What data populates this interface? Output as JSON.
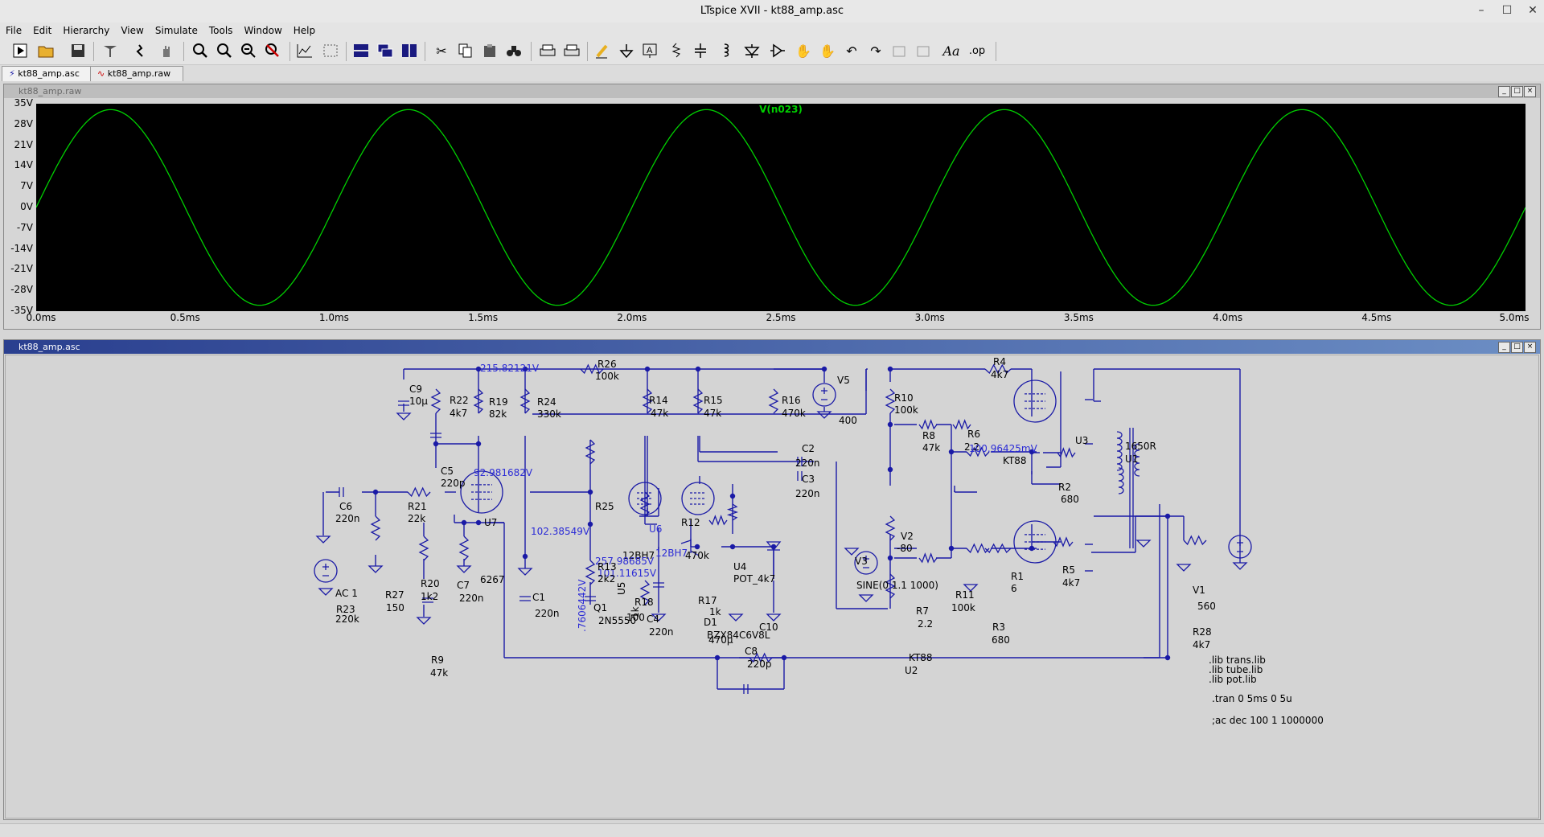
{
  "window": {
    "title": "LTspice XVII - kt88_amp.asc",
    "minimize": "–",
    "maximize": "☐",
    "close": "✕"
  },
  "menu": [
    "File",
    "Edit",
    "Hierarchy",
    "View",
    "Simulate",
    "Tools",
    "Window",
    "Help"
  ],
  "toolbar_icons": [
    "run-icon",
    "open-icon",
    "save-icon",
    "control-panel-icon",
    "run-interrupt-icon",
    "halt-icon",
    "zoom-in-icon",
    "zoom-fit-icon",
    "zoom-out-icon",
    "zoom-cancel-icon",
    "autorange-icon",
    "pan-icon",
    "tile-horizontal-icon",
    "cascade-icon",
    "tile-vertical-icon",
    "cut-icon",
    "copy-icon",
    "paste-icon",
    "find-icon",
    "print-icon",
    "print-preview-icon",
    "draw-wire-icon",
    "ground-icon",
    "label-net-icon",
    "resistor-icon",
    "capacitor-icon",
    "inductor-icon",
    "diode-icon",
    "component-icon",
    "move-icon",
    "drag-icon",
    "undo-icon",
    "redo-icon",
    "rotate-icon",
    "mirror-icon",
    "text-icon",
    "spice-directive-icon"
  ],
  "tabs": [
    {
      "label": "kt88_amp.asc",
      "icon": "schematic-icon",
      "active": true
    },
    {
      "label": "kt88_amp.raw",
      "icon": "waveform-icon",
      "active": false
    }
  ],
  "waveform": {
    "window_title": "kt88_amp.raw",
    "trace_name": "V(n023)",
    "trace_color": "#00d000",
    "y_ticks": [
      "35V",
      "28V",
      "21V",
      "14V",
      "7V",
      "0V",
      "-7V",
      "-14V",
      "-21V",
      "-28V",
      "-35V"
    ],
    "x_ticks": [
      "0.0ms",
      "0.5ms",
      "1.0ms",
      "1.5ms",
      "2.0ms",
      "2.5ms",
      "3.0ms",
      "3.5ms",
      "4.0ms",
      "4.5ms",
      "5.0ms"
    ]
  },
  "chart_data": {
    "type": "line",
    "title": "V(n023)",
    "xlabel": "",
    "ylabel": "",
    "xlim": [
      0,
      5.0
    ],
    "ylim": [
      -35,
      35
    ],
    "x_unit": "ms",
    "y_unit": "V",
    "series": [
      {
        "name": "V(n023)",
        "amplitude": 33,
        "frequency_khz": 1.0,
        "offset": 0,
        "phase": 0
      }
    ]
  },
  "schematic": {
    "window_title": "kt88_amp.asc",
    "wire_color": "#1a1aa6",
    "labels": [
      {
        "t": "215.82121V",
        "c": "#2b2bd6"
      },
      {
        "t": "R26"
      },
      {
        "t": "100k"
      },
      {
        "t": "V5"
      },
      {
        "t": "400"
      },
      {
        "t": "C9"
      },
      {
        "t": "10µ"
      },
      {
        "t": "R22"
      },
      {
        "t": "4k7"
      },
      {
        "t": "R19"
      },
      {
        "t": "82k"
      },
      {
        "t": "R24"
      },
      {
        "t": "330k"
      },
      {
        "t": "C5"
      },
      {
        "t": "220p"
      },
      {
        "t": "92.981682V",
        "c": "#2b2bd6"
      },
      {
        "t": "R14"
      },
      {
        "t": "47k"
      },
      {
        "t": "R15"
      },
      {
        "t": "47k"
      },
      {
        "t": "R16"
      },
      {
        "t": "470k"
      },
      {
        "t": "C2"
      },
      {
        "t": "220n"
      },
      {
        "t": "C3"
      },
      {
        "t": "220n"
      },
      {
        "t": "R10"
      },
      {
        "t": "100k"
      },
      {
        "t": "R8"
      },
      {
        "t": "47k"
      },
      {
        "t": "R6"
      },
      {
        "t": "2.2"
      },
      {
        "t": "100.96425mV",
        "c": "#2b2bd6"
      },
      {
        "t": "R4"
      },
      {
        "t": "4k7"
      },
      {
        "t": "KT88"
      },
      {
        "t": "U3"
      },
      {
        "t": "R2"
      },
      {
        "t": "680"
      },
      {
        "t": "1650R"
      },
      {
        "t": "U1"
      },
      {
        "t": "U7"
      },
      {
        "t": "C6"
      },
      {
        "t": "220n"
      },
      {
        "t": "R21"
      },
      {
        "t": "22k"
      },
      {
        "t": "102.38549V",
        "c": "#2b2bd6"
      },
      {
        "t": "6267"
      },
      {
        "t": ".7606442V",
        "c": "#2b2bd6"
      },
      {
        "t": "R25"
      },
      {
        "t": "1k"
      },
      {
        "t": "U5"
      },
      {
        "t": "12BH7"
      },
      {
        "t": "257.98685V",
        "c": "#2b2bd6"
      },
      {
        "t": "101.11615V",
        "c": "#2b2bd6"
      },
      {
        "t": "U6"
      },
      {
        "t": "12BH7"
      },
      {
        "t": "R12"
      },
      {
        "t": "470k"
      },
      {
        "t": "R13"
      },
      {
        "t": "2k2"
      },
      {
        "t": "U4"
      },
      {
        "t": "POT_4k7"
      },
      {
        "t": "V2"
      },
      {
        "t": "-80"
      },
      {
        "t": "V3"
      },
      {
        "t": "SINE(0 1.1 1000)"
      },
      {
        "t": "AC 1"
      },
      {
        "t": "R23"
      },
      {
        "t": "220k"
      },
      {
        "t": "R27"
      },
      {
        "t": "150"
      },
      {
        "t": "R20"
      },
      {
        "t": "1k2"
      },
      {
        "t": "C7"
      },
      {
        "t": "220n"
      },
      {
        "t": "C1"
      },
      {
        "t": "220n"
      },
      {
        "t": "Q1"
      },
      {
        "t": "2N5550"
      },
      {
        "t": "R18"
      },
      {
        "t": "100"
      },
      {
        "t": "R17"
      },
      {
        "t": "1k"
      },
      {
        "t": "C4"
      },
      {
        "t": "220n"
      },
      {
        "t": "D1"
      },
      {
        "t": "BZX84C6V8L"
      },
      {
        "t": "C10"
      },
      {
        "t": "470µ"
      },
      {
        "t": "R9"
      },
      {
        "t": "47k"
      },
      {
        "t": "R7"
      },
      {
        "t": "2.2"
      },
      {
        "t": "R11"
      },
      {
        "t": "100k"
      },
      {
        "t": "R3"
      },
      {
        "t": "680"
      },
      {
        "t": "KT88"
      },
      {
        "t": "U2"
      },
      {
        "t": "R5"
      },
      {
        "t": "4k7"
      },
      {
        "t": "R1"
      },
      {
        "t": "6"
      },
      {
        "t": "V1"
      },
      {
        "t": "560"
      },
      {
        "t": "R28"
      },
      {
        "t": "4k7"
      },
      {
        "t": "C8"
      },
      {
        "t": "220p"
      }
    ],
    "directives": [
      ".lib trans.lib",
      ".lib tube.lib",
      ".lib pot.lib",
      ".tran 0 5ms 0 5u",
      ";ac dec 100 1 1000000"
    ]
  }
}
